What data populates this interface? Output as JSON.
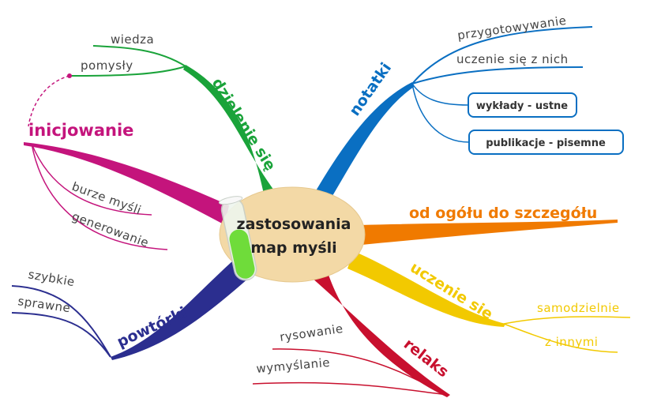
{
  "center": {
    "line1": "zastosowania",
    "line2": "map myśli",
    "icon": "test-tube-icon"
  },
  "colors": {
    "center_fill": "#f3d9a6",
    "dzielenie": "#1aa33a",
    "inicjowanie": "#c4147c",
    "powtorki": "#2b2e8f",
    "notatki": "#0a6fc2",
    "ogolu": "#f07a00",
    "uczenie": "#f2c900",
    "relaks": "#c8102e"
  },
  "branches": {
    "dzielenie": {
      "label": "dzielenie się",
      "children": [
        "wiedza",
        "pomysły"
      ]
    },
    "inicjowanie": {
      "label": "inicjowanie",
      "children": [
        "burze myśli",
        "generowanie"
      ]
    },
    "powtorki": {
      "label": "powtórki",
      "children": [
        "szybkie",
        "sprawne"
      ]
    },
    "notatki": {
      "label": "notatki",
      "children": [
        "przygotowywanie",
        "uczenie się z nich"
      ],
      "boxes": [
        "wykłady - ustne",
        "publikacje - pisemne"
      ]
    },
    "ogolu": {
      "label": "od ogółu do szczegółu"
    },
    "uczenie": {
      "label": "uczenie się",
      "children": [
        "samodzielnie",
        "z innymi"
      ]
    },
    "relaks": {
      "label": "relaks",
      "children": [
        "rysowanie",
        "wymyślanie"
      ]
    }
  }
}
